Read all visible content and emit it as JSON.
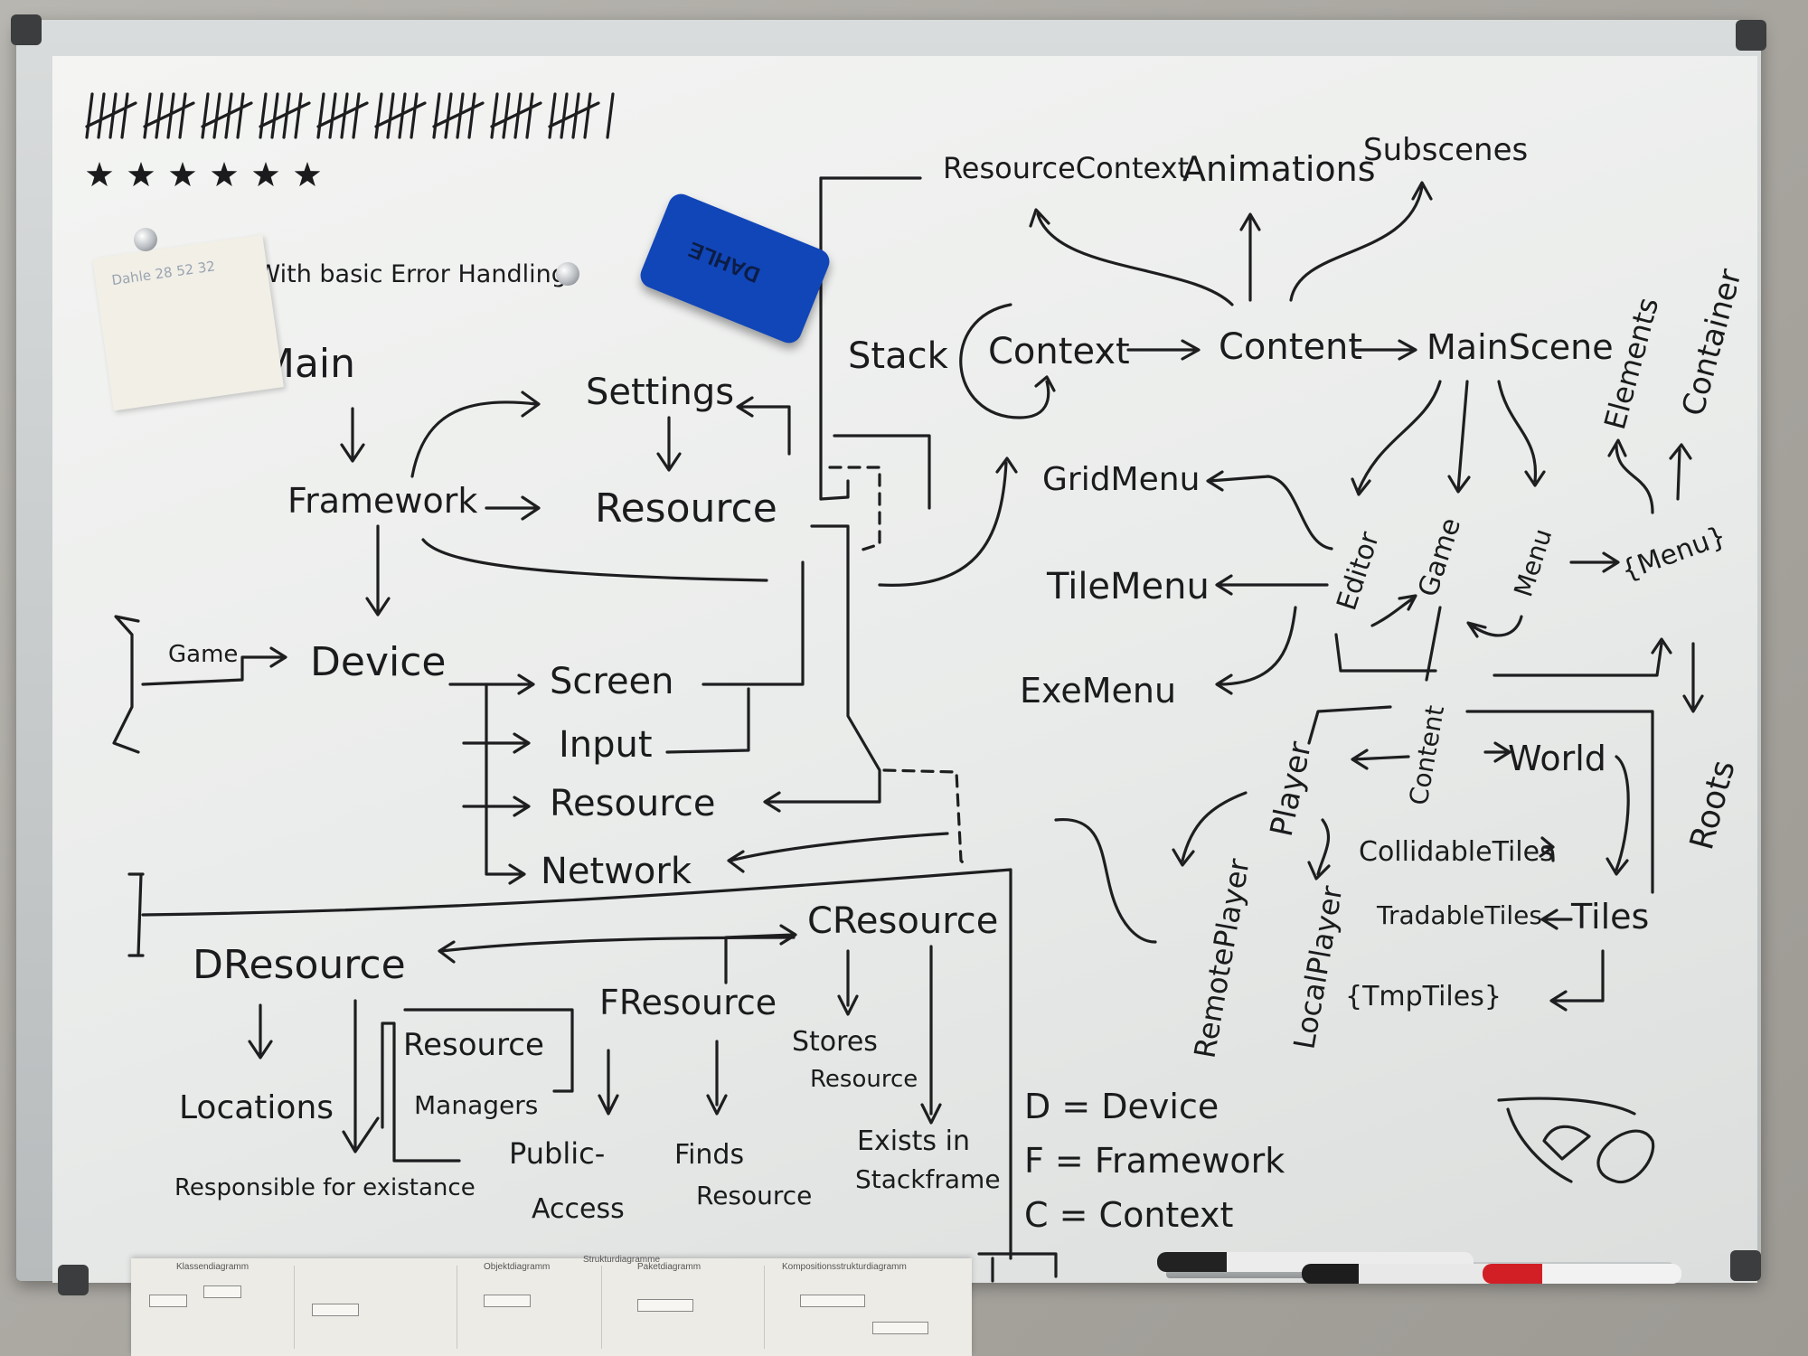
{
  "board": {
    "brand": "DAHLE",
    "note_text": "Dahle 28 52 32"
  },
  "tally": {
    "marks_count": 46,
    "stars_count": 6
  },
  "labels": {
    "main_note": "(With basic Error Handling)",
    "main": "Main",
    "framework": "Framework",
    "settings": "Settings",
    "resource_top": "Resource",
    "game": "Game",
    "device": "Device",
    "screen": "Screen",
    "input": "Input",
    "resource_mid": "Resource",
    "network": "Network",
    "dresource": "DResource",
    "cresource": "CResource",
    "fresource": "FResource",
    "locations": "Locations",
    "responsible": "Responsible for existance",
    "resource_manager_1": "Resource",
    "resource_manager_2": "Managers",
    "public_access_1": "Public-",
    "public_access_2": "Access",
    "finds_resource_1": "Finds",
    "finds_resource_2": "Resource",
    "stores_resource_1": "Stores",
    "stores_resource_2": "Resource",
    "exists_in_1": "Exists in",
    "exists_in_2": "Stackframe",
    "legend_d": "D = Device",
    "legend_f": "F = Framework",
    "legend_c": "C = Context",
    "resourcecontext": "ResourceContext",
    "animations": "Animations",
    "subscenes": "Subscenes",
    "stack": "Stack",
    "context": "Context",
    "content": "Content",
    "mainscene": "MainScene",
    "gridmenu": "GridMenu",
    "tilemenu": "TileMenu",
    "exemenu": "ExeMenu",
    "editor": "Editor",
    "game_scene": "Game",
    "menu_scene": "Menu",
    "menu_braced": "{Menu}",
    "elements": "Elements",
    "container": "Container",
    "roots": "Roots",
    "content_small": "Content",
    "world": "World",
    "player": "Player",
    "collidable_tiles": "CollidableTiles",
    "tradable_tiles": "TradableTiles",
    "tiles": "Tiles",
    "tmp_tiles": "{TmpTiles}",
    "remote_player": "RemotePlayer",
    "local_player": "LocalPlayer"
  },
  "sheet": {
    "col1": "Klassendiagramm",
    "col2": "Objektdiagramm",
    "col3": "Strukturdiagramme",
    "col4": "Paketdiagramm",
    "col5": "Kompositionsstrukturdiagramm"
  }
}
